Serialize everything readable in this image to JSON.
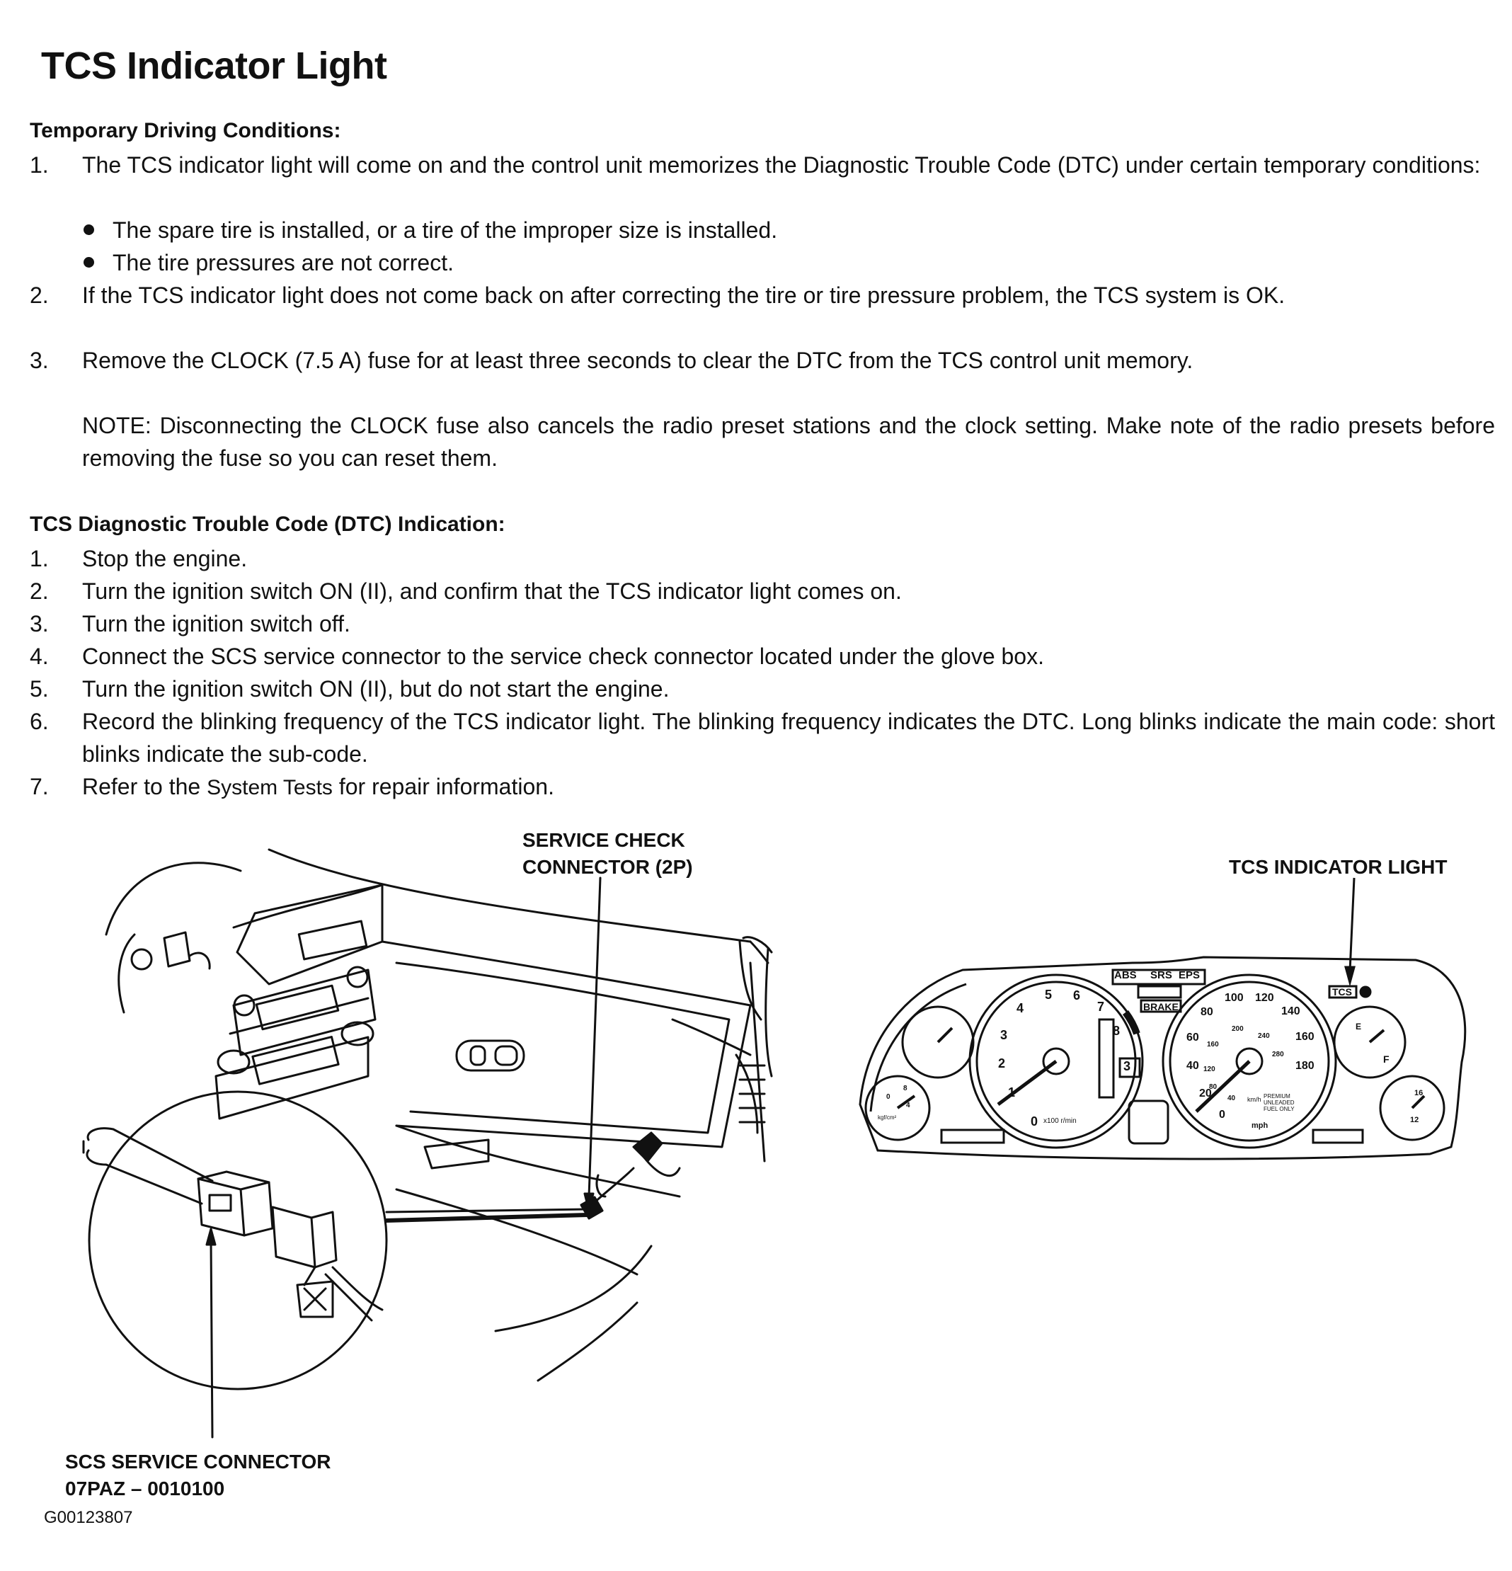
{
  "title": "TCS Indicator Light",
  "section1": {
    "heading": "Temporary Driving Conditions:",
    "items": [
      {
        "num": "1.",
        "text": "The TCS indicator light will come on and the control unit memorizes the Diagnostic Trouble Code (DTC) under certain temporary conditions:"
      },
      {
        "num": "2.",
        "text": "If the TCS indicator light does not come back on after correcting the tire or tire pressure problem, the TCS system is OK."
      },
      {
        "num": "3.",
        "text": "Remove the CLOCK (7.5 A) fuse for at least three seconds to clear the DTC from the TCS control unit memory."
      }
    ],
    "bullets": [
      "The spare tire is installed, or a tire of the improper size is installed.",
      "The tire pressures are not correct."
    ],
    "note": "NOTE: Disconnecting the CLOCK fuse also cancels the radio preset stations and the clock setting. Make note of the radio presets before removing the fuse so you can reset them."
  },
  "section2": {
    "heading": "TCS Diagnostic Trouble Code (DTC) Indication:",
    "items": [
      {
        "num": "1.",
        "text": "Stop the engine."
      },
      {
        "num": "2.",
        "text": "Turn the ignition switch ON (II), and confirm that the TCS indicator light comes on."
      },
      {
        "num": "3.",
        "text": "Turn the ignition switch off."
      },
      {
        "num": "4.",
        "text": "Connect the SCS service connector to the service check connector located under the glove box."
      },
      {
        "num": "5.",
        "text": "Turn the ignition switch ON (II), but do not start the engine."
      },
      {
        "num": "6.",
        "text": "Record the blinking frequency of the TCS indicator light. The blinking frequency indicates the DTC. Long blinks indicate the main code: short blinks indicate the sub-code."
      },
      {
        "num": "7.",
        "pre": "Refer to the",
        "link": "System Tests",
        "post": "for repair information."
      }
    ]
  },
  "figure": {
    "label_service_check_1": "SERVICE CHECK",
    "label_service_check_2": "CONNECTOR (2P)",
    "label_tcs_light": "TCS INDICATOR LIGHT",
    "label_scs_1": "SCS SERVICE CONNECTOR",
    "label_scs_2": "07PAZ – 0010100",
    "figure_id": "G00123807",
    "cluster": {
      "indicators": [
        "ABS",
        "SRS",
        "EPS",
        "BRAKE",
        "TCS"
      ],
      "tach_numbers": [
        "0",
        "1",
        "2",
        "3",
        "4",
        "5",
        "6",
        "7",
        "8"
      ],
      "tach_unit": "x100 r/min",
      "speed_numbers": [
        "0",
        "20",
        "40",
        "60",
        "80",
        "100",
        "120",
        "140",
        "160",
        "180"
      ],
      "speed_inner": [
        "40",
        "80",
        "120",
        "160",
        "200",
        "240",
        "280"
      ],
      "speed_unit": "mph",
      "speed_unit_km": "km/h",
      "gear": "3",
      "fuel_note_1": "PREMIUM",
      "fuel_note_2": "UNLEADED",
      "fuel_note_3": "FUEL ONLY",
      "fuel_full": "F",
      "fuel_empty": "E",
      "oil_label": "kgf/cm²",
      "oil_marks": [
        "0",
        "4",
        "8"
      ],
      "volt_marks": [
        "12",
        "16"
      ]
    }
  }
}
